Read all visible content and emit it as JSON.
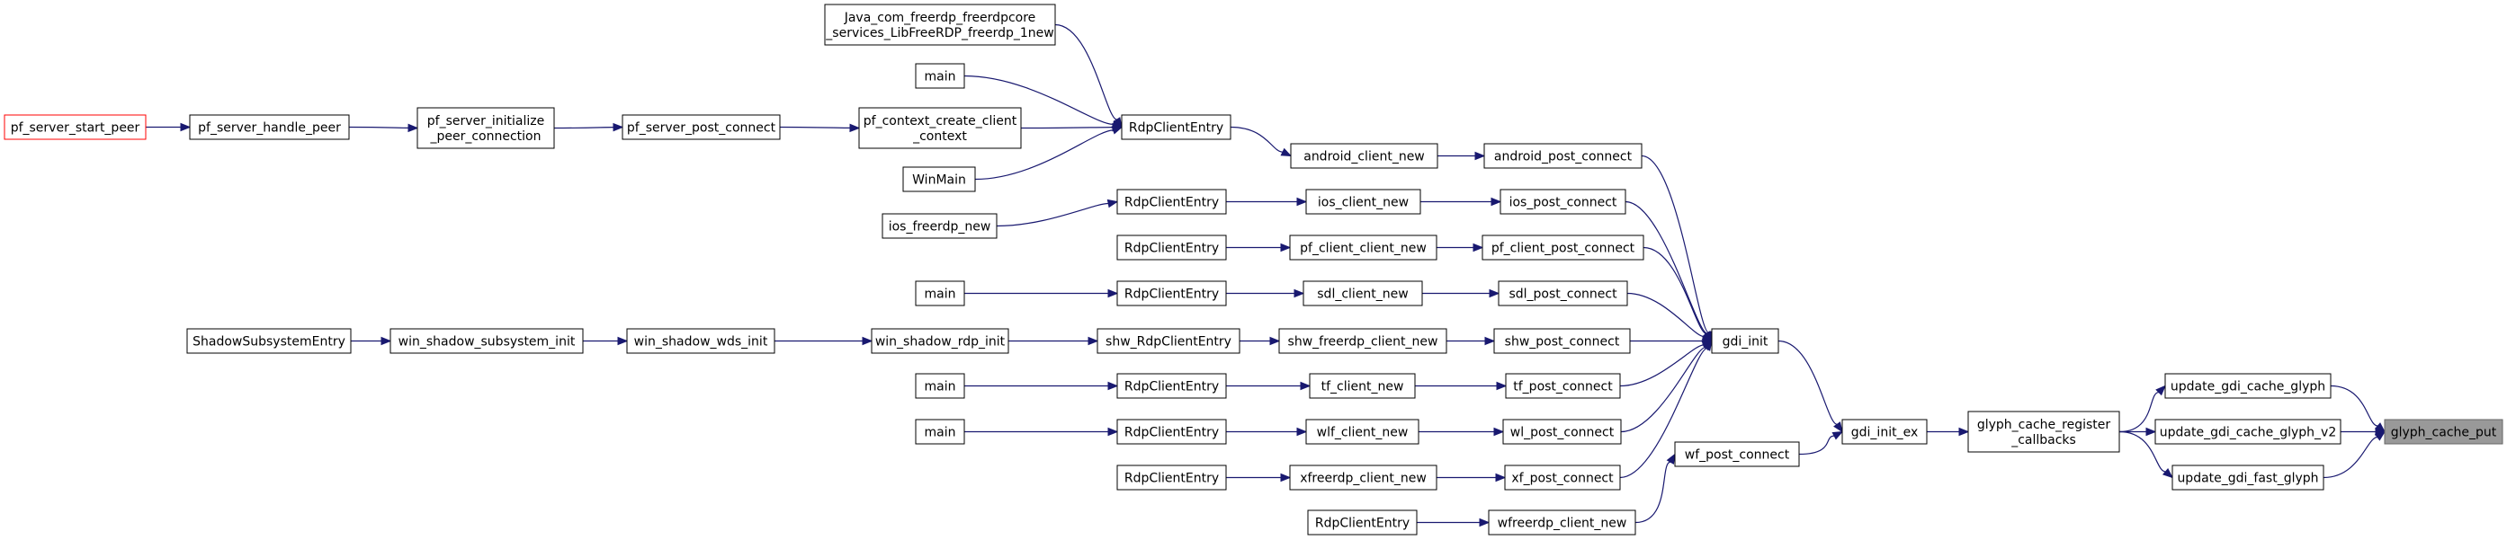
{
  "graph": {
    "colors": {
      "edge": "#191970",
      "node_border": "#000000",
      "highlight_fill": "#999999",
      "truncated_border": "#ff0000"
    },
    "nodes": [
      {
        "id": "glyph_cache_put",
        "label": [
          "glyph_cache_put"
        ],
        "style": "hl"
      },
      {
        "id": "update_gdi_cache_glyph",
        "label": [
          "update_gdi_cache_glyph"
        ]
      },
      {
        "id": "update_gdi_cache_glyph_v2",
        "label": [
          "update_gdi_cache_glyph_v2"
        ]
      },
      {
        "id": "update_gdi_fast_glyph",
        "label": [
          "update_gdi_fast_glyph"
        ]
      },
      {
        "id": "glyph_cache_register_callbacks",
        "label": [
          "glyph_cache_register",
          "_callbacks"
        ]
      },
      {
        "id": "gdi_init_ex",
        "label": [
          "gdi_init_ex"
        ]
      },
      {
        "id": "gdi_init",
        "label": [
          "gdi_init"
        ]
      },
      {
        "id": "wf_post_connect",
        "label": [
          "wf_post_connect"
        ]
      },
      {
        "id": "android_post_connect",
        "label": [
          "android_post_connect"
        ]
      },
      {
        "id": "ios_post_connect",
        "label": [
          "ios_post_connect"
        ]
      },
      {
        "id": "pf_client_post_connect",
        "label": [
          "pf_client_post_connect"
        ]
      },
      {
        "id": "sdl_post_connect",
        "label": [
          "sdl_post_connect"
        ]
      },
      {
        "id": "shw_post_connect",
        "label": [
          "shw_post_connect"
        ]
      },
      {
        "id": "tf_post_connect",
        "label": [
          "tf_post_connect"
        ]
      },
      {
        "id": "wl_post_connect",
        "label": [
          "wl_post_connect"
        ]
      },
      {
        "id": "xf_post_connect",
        "label": [
          "xf_post_connect"
        ]
      },
      {
        "id": "wfreerdp_client_new",
        "label": [
          "wfreerdp_client_new"
        ]
      },
      {
        "id": "android_client_new",
        "label": [
          "android_client_new"
        ]
      },
      {
        "id": "ios_client_new",
        "label": [
          "ios_client_new"
        ]
      },
      {
        "id": "pf_client_client_new",
        "label": [
          "pf_client_client_new"
        ]
      },
      {
        "id": "sdl_client_new",
        "label": [
          "sdl_client_new"
        ]
      },
      {
        "id": "shw_freerdp_client_new",
        "label": [
          "shw_freerdp_client_new"
        ]
      },
      {
        "id": "tf_client_new",
        "label": [
          "tf_client_new"
        ]
      },
      {
        "id": "wlf_client_new",
        "label": [
          "wlf_client_new"
        ]
      },
      {
        "id": "xfreerdp_client_new",
        "label": [
          "xfreerdp_client_new"
        ]
      },
      {
        "id": "RdpClientEntry_wf",
        "label": [
          "RdpClientEntry"
        ]
      },
      {
        "id": "RdpClientEntry_android",
        "label": [
          "RdpClientEntry"
        ]
      },
      {
        "id": "RdpClientEntry_ios",
        "label": [
          "RdpClientEntry"
        ]
      },
      {
        "id": "RdpClientEntry_pf",
        "label": [
          "RdpClientEntry"
        ]
      },
      {
        "id": "RdpClientEntry_sdl",
        "label": [
          "RdpClientEntry"
        ]
      },
      {
        "id": "shw_RdpClientEntry",
        "label": [
          "shw_RdpClientEntry"
        ]
      },
      {
        "id": "RdpClientEntry_tf",
        "label": [
          "RdpClientEntry"
        ]
      },
      {
        "id": "RdpClientEntry_wl",
        "label": [
          "RdpClientEntry"
        ]
      },
      {
        "id": "RdpClientEntry_xf",
        "label": [
          "RdpClientEntry"
        ]
      },
      {
        "id": "Java_new",
        "label": [
          "Java_com_freerdp_freerdpcore",
          "_services_LibFreeRDP_freerdp_1new"
        ]
      },
      {
        "id": "main_android",
        "label": [
          "main"
        ]
      },
      {
        "id": "pf_context_create_client_context",
        "label": [
          "pf_context_create_client",
          "_context"
        ]
      },
      {
        "id": "WinMain",
        "label": [
          "WinMain"
        ]
      },
      {
        "id": "ios_freerdp_new",
        "label": [
          "ios_freerdp_new"
        ]
      },
      {
        "id": "main_sdl",
        "label": [
          "main"
        ]
      },
      {
        "id": "win_shadow_rdp_init",
        "label": [
          "win_shadow_rdp_init"
        ]
      },
      {
        "id": "main_tf",
        "label": [
          "main"
        ]
      },
      {
        "id": "main_wl",
        "label": [
          "main"
        ]
      },
      {
        "id": "pf_server_post_connect",
        "label": [
          "pf_server_post_connect"
        ]
      },
      {
        "id": "pf_server_initialize_peer_connection",
        "label": [
          "pf_server_initialize",
          "_peer_connection"
        ]
      },
      {
        "id": "pf_server_handle_peer",
        "label": [
          "pf_server_handle_peer"
        ]
      },
      {
        "id": "pf_server_start_peer",
        "label": [
          "pf_server_start_peer"
        ],
        "style": "red"
      },
      {
        "id": "win_shadow_wds_init",
        "label": [
          "win_shadow_wds_init"
        ]
      },
      {
        "id": "win_shadow_subsystem_init",
        "label": [
          "win_shadow_subsystem_init"
        ]
      },
      {
        "id": "ShadowSubsystemEntry",
        "label": [
          "ShadowSubsystemEntry"
        ]
      }
    ],
    "edges": [
      [
        "update_gdi_cache_glyph",
        "glyph_cache_put"
      ],
      [
        "update_gdi_cache_glyph_v2",
        "glyph_cache_put"
      ],
      [
        "update_gdi_fast_glyph",
        "glyph_cache_put"
      ],
      [
        "glyph_cache_register_callbacks",
        "update_gdi_cache_glyph"
      ],
      [
        "glyph_cache_register_callbacks",
        "update_gdi_cache_glyph_v2"
      ],
      [
        "glyph_cache_register_callbacks",
        "update_gdi_fast_glyph"
      ],
      [
        "gdi_init_ex",
        "glyph_cache_register_callbacks"
      ],
      [
        "gdi_init",
        "gdi_init_ex"
      ],
      [
        "wf_post_connect",
        "gdi_init_ex"
      ],
      [
        "android_post_connect",
        "gdi_init"
      ],
      [
        "ios_post_connect",
        "gdi_init"
      ],
      [
        "pf_client_post_connect",
        "gdi_init"
      ],
      [
        "sdl_post_connect",
        "gdi_init"
      ],
      [
        "shw_post_connect",
        "gdi_init"
      ],
      [
        "tf_post_connect",
        "gdi_init"
      ],
      [
        "wl_post_connect",
        "gdi_init"
      ],
      [
        "xf_post_connect",
        "gdi_init"
      ],
      [
        "wfreerdp_client_new",
        "wf_post_connect"
      ],
      [
        "android_client_new",
        "android_post_connect"
      ],
      [
        "ios_client_new",
        "ios_post_connect"
      ],
      [
        "pf_client_client_new",
        "pf_client_post_connect"
      ],
      [
        "sdl_client_new",
        "sdl_post_connect"
      ],
      [
        "shw_freerdp_client_new",
        "shw_post_connect"
      ],
      [
        "tf_client_new",
        "tf_post_connect"
      ],
      [
        "wlf_client_new",
        "wl_post_connect"
      ],
      [
        "xfreerdp_client_new",
        "xf_post_connect"
      ],
      [
        "RdpClientEntry_wf",
        "wfreerdp_client_new"
      ],
      [
        "RdpClientEntry_android",
        "android_client_new"
      ],
      [
        "RdpClientEntry_ios",
        "ios_client_new"
      ],
      [
        "RdpClientEntry_pf",
        "pf_client_client_new"
      ],
      [
        "RdpClientEntry_sdl",
        "sdl_client_new"
      ],
      [
        "shw_RdpClientEntry",
        "shw_freerdp_client_new"
      ],
      [
        "RdpClientEntry_tf",
        "tf_client_new"
      ],
      [
        "RdpClientEntry_wl",
        "wlf_client_new"
      ],
      [
        "RdpClientEntry_xf",
        "xfreerdp_client_new"
      ],
      [
        "Java_new",
        "RdpClientEntry_android"
      ],
      [
        "main_android",
        "RdpClientEntry_android"
      ],
      [
        "pf_context_create_client_context",
        "RdpClientEntry_android"
      ],
      [
        "WinMain",
        "RdpClientEntry_android"
      ],
      [
        "ios_freerdp_new",
        "RdpClientEntry_ios"
      ],
      [
        "main_sdl",
        "RdpClientEntry_sdl"
      ],
      [
        "win_shadow_rdp_init",
        "shw_RdpClientEntry"
      ],
      [
        "main_tf",
        "RdpClientEntry_tf"
      ],
      [
        "main_wl",
        "RdpClientEntry_wl"
      ],
      [
        "pf_server_post_connect",
        "pf_context_create_client_context"
      ],
      [
        "pf_server_initialize_peer_connection",
        "pf_server_post_connect"
      ],
      [
        "pf_server_handle_peer",
        "pf_server_initialize_peer_connection"
      ],
      [
        "pf_server_start_peer",
        "pf_server_handle_peer"
      ],
      [
        "win_shadow_wds_init",
        "win_shadow_rdp_init"
      ],
      [
        "win_shadow_subsystem_init",
        "win_shadow_wds_init"
      ],
      [
        "ShadowSubsystemEntry",
        "win_shadow_subsystem_init"
      ]
    ]
  }
}
